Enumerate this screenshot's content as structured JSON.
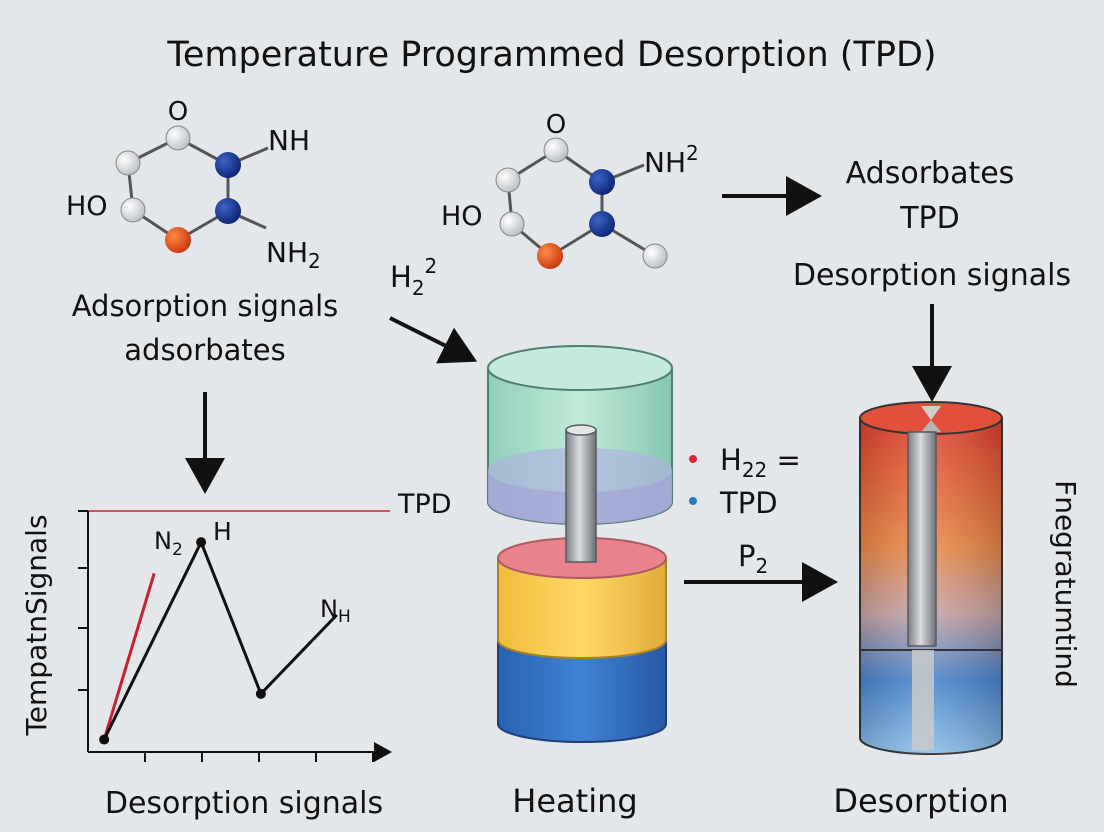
{
  "title": "Temperature Programmed Desorption (TPD)",
  "molecule_left": {
    "atom_o": "O",
    "atom_ho": "HO",
    "group_nh": "NH",
    "group_nh2": "NH",
    "group_nh2_sub": "2"
  },
  "molecule_right": {
    "atom_o": "O",
    "atom_ho": "HO",
    "group_nh": "NH",
    "group_nh_sup": "2"
  },
  "left_caption": [
    "Adsorption signals",
    "adsorbates"
  ],
  "h2_label": {
    "base": "H",
    "sub": "2",
    "sup": "2"
  },
  "right_caption": [
    "Adsorbates",
    "TPD",
    "Desorption signals"
  ],
  "chart": {
    "ylabel": "TempatnSignals",
    "xlabel": "Desorption signals",
    "ref_label": "TPD",
    "peak_n2": {
      "base": "N",
      "sub": "2"
    },
    "peak_h": "H",
    "peak_nh": {
      "base": "N",
      "sub": "H"
    }
  },
  "chart_data": {
    "type": "line",
    "series": [
      {
        "x": [
          0,
          1.55
        ],
        "y": [
          0,
          4.0
        ]
      },
      {
        "x": [
          0,
          3.0,
          4.85,
          7.2
        ],
        "y": [
          0,
          4.75,
          1.1,
          3.0
        ]
      }
    ],
    "xlim": [
      -0.5,
      9.0
    ],
    "ylim": [
      -0.3,
      5.5
    ],
    "xtick_count": 5,
    "ytick_count": 4,
    "grid": false
  },
  "heating": {
    "label": "Heating",
    "legend": [
      {
        "text": "H",
        "sub": "22",
        "tail": " =",
        "color": "#d62a3a"
      },
      {
        "text": "TPD",
        "sub": "",
        "tail": "",
        "color": "#2f78c4"
      }
    ],
    "arrow_label": {
      "base": "P",
      "sub": "2"
    }
  },
  "desorption": {
    "label": "Desorption",
    "side_label": "Fnegratumtind"
  },
  "colors": {
    "background": "#e4e7ea",
    "red_line": "#c8202e",
    "atom_blue": "#1b3a8f",
    "atom_orange": "#e0501c",
    "cyl_teal": "#a8dcc8",
    "cyl_yellow": "#f2c64a",
    "cyl_blue": "#2f6fc0",
    "cyl_pink": "#e8828c"
  }
}
